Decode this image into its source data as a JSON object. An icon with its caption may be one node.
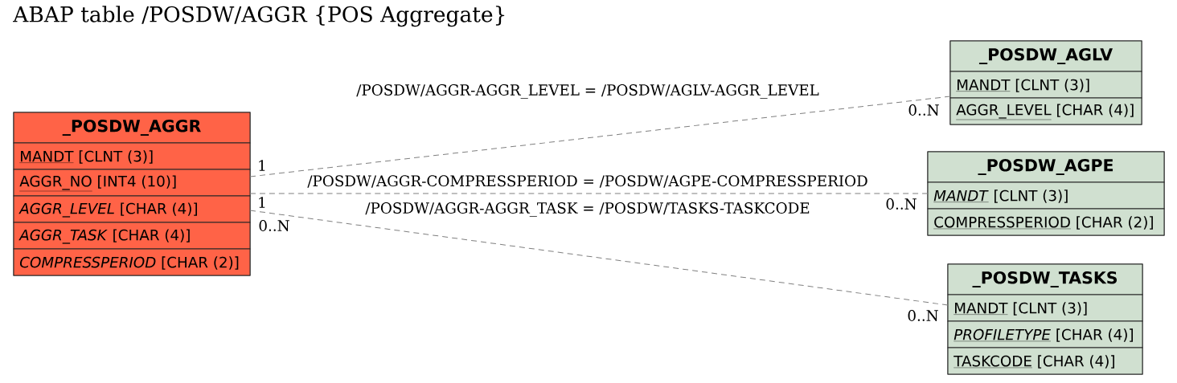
{
  "diagram": {
    "title": "ABAP table /POSDW/AGGR {POS Aggregate}",
    "nodes": [
      {
        "text": [
          "_POSDW_AGGR",
          "MANDT [CLNT (3)]",
          "AGGR_NO [INT4 (10)]",
          "*AGGR_LEVEL* [CHAR (4)]",
          "*AGGR_TASK* [CHAR (4)]",
          "*COMPRESSPERIOD* [CHAR (2)]"
        ]
      },
      {
        "text": [
          "_POSDW_AGLV",
          "MANDT [CLNT (3)]",
          "AGGR_LEVEL [CHAR (4)]"
        ]
      },
      {
        "text": [
          "_POSDW_AGPE",
          "*MANDT* [CLNT (3)]",
          "COMPRESSPERIOD [CHAR (2)]"
        ]
      },
      {
        "text": [
          "_POSDW_TASKS",
          "MANDT [CLNT (3)]",
          "*PROFILETYPE* [CHAR (4)]",
          "TASKCODE [CHAR (4)]"
        ]
      }
    ],
    "edges": [
      {
        "from": 0,
        "to": 1,
        "arrow": "none",
        "style": "dashed",
        "label": "/POSDW/AGGR-AGGR_LEVEL = /POSDW/AGLV-AGGR_LEVEL"
      },
      {
        "from": 0,
        "to": 2,
        "arrow": "none",
        "style": "dashed",
        "label": "/POSDW/AGGR-COMPRESSPERIOD = /POSDW/AGPE-COMPRESSPERIOD"
      },
      {
        "from": 0,
        "to": 3,
        "arrow": "none",
        "style": "dashed",
        "label": "/POSDW/AGGR-AGGR_TASK = /POSDW/TASKS-TASKCODE"
      }
    ],
    "labels": [
      "1",
      "0..N",
      "1",
      "0..N",
      "0..N",
      "0..N"
    ]
  }
}
